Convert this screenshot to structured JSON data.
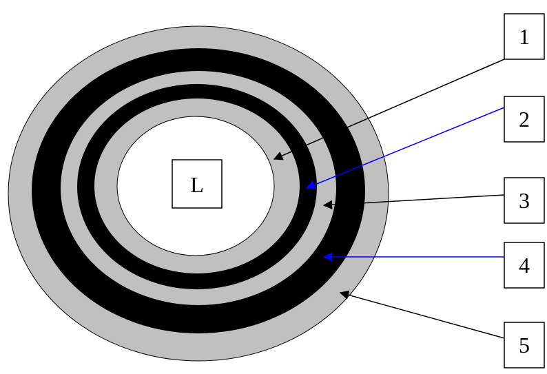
{
  "center_label": "L",
  "callouts": [
    {
      "id": "1",
      "text": "1",
      "arrow_color": "#000000"
    },
    {
      "id": "2",
      "text": "2",
      "arrow_color": "#0000ff"
    },
    {
      "id": "3",
      "text": "3",
      "arrow_color": "#000000"
    },
    {
      "id": "4",
      "text": "4",
      "arrow_color": "#0000ff"
    },
    {
      "id": "5",
      "text": "5",
      "arrow_color": "#000000"
    }
  ],
  "colors": {
    "light_ring": "#c0c0c0",
    "dark_ring": "#000000",
    "core": "#ffffff",
    "outline": "#000000"
  }
}
